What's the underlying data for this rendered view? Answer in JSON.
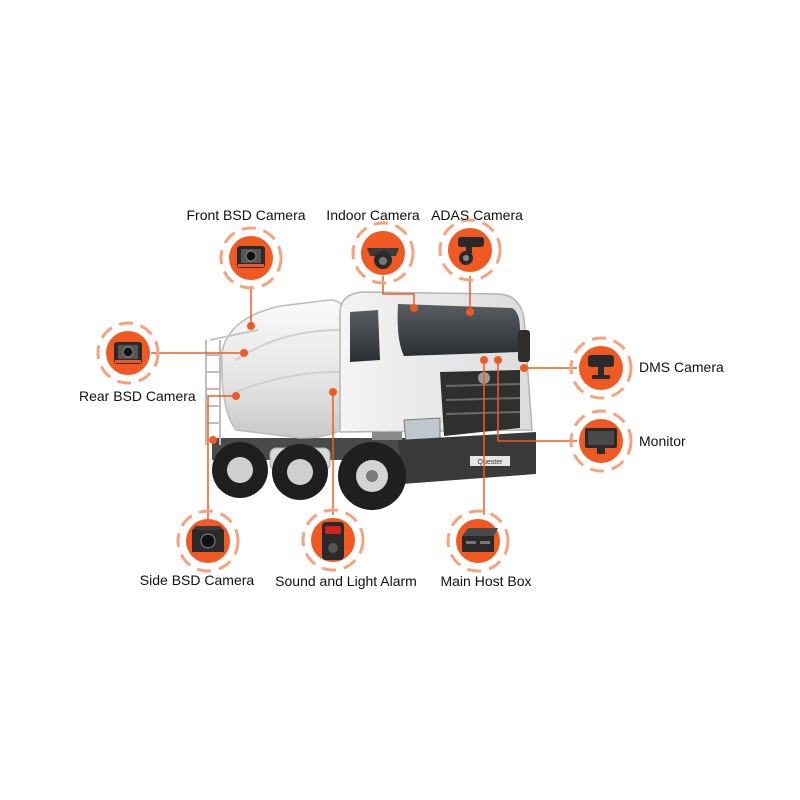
{
  "colors": {
    "accent": "#f05a22",
    "accent_light": "#f6a27c",
    "truck_body": "#e9e9e9",
    "truck_dark": "#3a3a3a",
    "label_text": "#111111"
  },
  "components": [
    {
      "id": "front-bsd-camera",
      "label": "Front BSD Camera",
      "icon": "box-camera-icon"
    },
    {
      "id": "indoor-camera",
      "label": "Indoor Camera",
      "icon": "dome-camera-icon"
    },
    {
      "id": "adas-camera",
      "label": "ADAS Camera",
      "icon": "adas-camera-icon"
    },
    {
      "id": "rear-bsd-camera",
      "label": "Rear BSD Camera",
      "icon": "box-camera-icon"
    },
    {
      "id": "dms-camera",
      "label": "DMS Camera",
      "icon": "dms-camera-icon"
    },
    {
      "id": "monitor",
      "label": "Monitor",
      "icon": "monitor-icon"
    },
    {
      "id": "side-bsd-camera",
      "label": "Side BSD Camera",
      "icon": "side-camera-icon"
    },
    {
      "id": "sound-light-alarm",
      "label": "Sound and Light Alarm",
      "icon": "alarm-icon"
    },
    {
      "id": "main-host-box",
      "label": "Main Host Box",
      "icon": "host-box-icon"
    }
  ],
  "truck_badge": "Quester"
}
